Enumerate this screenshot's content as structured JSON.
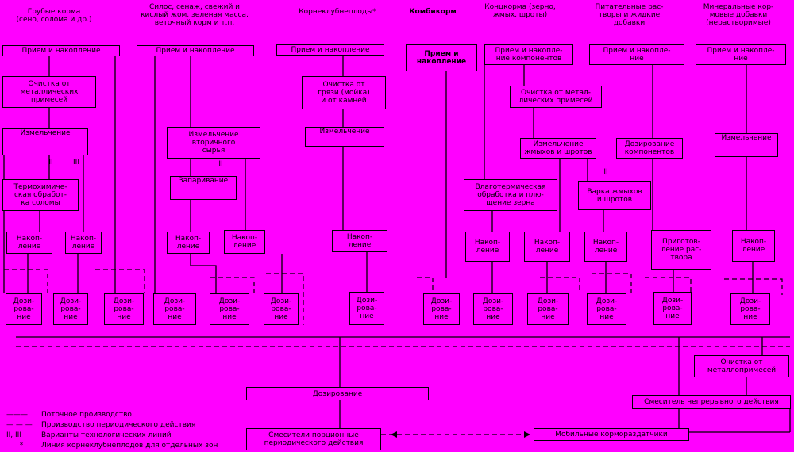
{
  "headers": [
    "Грубые корма\n(сено, солома и др.)",
    "Силос, сенаж, свежий и\nкислый жом, зеленая масса,\nветочный корм и т.п.",
    "Корнеклубнеплоды*",
    "Комбикорм",
    "Концкорма (зерно,\nжмых, шроты)",
    "Питательные рас-\nтворы и жидкие\nдобавки",
    "Минеральные кор-\nмовые добавки\n(нерастворимые)"
  ],
  "col1": {
    "receive": "Прием и накопление",
    "clean": "Очистка от\nметаллических\nпримесей",
    "grind": "Измельчение",
    "thermo": "Термохимиче-\nская обработ-\nка соломы",
    "acc_a": "Накоп-\nление",
    "acc_b": "Накоп-\nление",
    "dose_a": "Дози-\nрова-\nние",
    "dose_b": "Дози-\nрова-\nние",
    "dose_c": "Дози-\nрова-\nние",
    "var2": "II",
    "var3": "III"
  },
  "col2": {
    "receive": "Прием и накопление",
    "grind": "Измельчение\nвторичного\nсырья",
    "steam": "Запаривание",
    "acc_a": "Накоп-\nление",
    "acc_b": "Накоп-\nление",
    "dose_a": "Дози-\nрова-\nние",
    "dose_b": "Дози-\nрова-\nние",
    "dose_c": "Дози-\nрова-\nние",
    "var2": "II"
  },
  "col3": {
    "receive": "Прием и накопление",
    "wash": "Очистка от\nгрязи (мойка)\nи от камней",
    "grind": "Измельчение",
    "acc": "Накоп-\nление",
    "dose": "Дози-\nрова-\nние"
  },
  "col4": {
    "receive": "Прием и\nнакопление",
    "dose": "Дози-\nрова-\nние"
  },
  "col5": {
    "receive": "Прием и накопле-\nние компонентов",
    "clean": "Очистка от метал-\nлических примесей",
    "grind": "Измельчение\nжмыхов и шротов",
    "hydro": "Влаготермическая\nобработка и плю-\nщение зерна",
    "boil": "Варка жмыхов\nи шротов",
    "acc_a": "Накоп-\nление",
    "acc_b": "Накоп-\nление",
    "acc_c": "Накоп-\nление",
    "dose_a": "Дози-\nрова-\nние",
    "dose_b": "Дози-\nрова-\nние",
    "dose_c": "Дози-\nрова-\nние",
    "var2": "II"
  },
  "col6": {
    "receive": "Прием и накопле-\nние",
    "dose_comp": "Дозирование\nкомпонентов",
    "prep": "Приготов-\nление рас-\nтвора",
    "dose": "Дози-\nрова-\nние"
  },
  "col7": {
    "receive": "Прием и накопле-\nние",
    "grind": "Измельчение",
    "acc": "Накоп-\nление",
    "dose": "Дози-\nрова-\nние"
  },
  "bottom": {
    "dosing": "Дозирование",
    "batch_mixers": "Смесители порционные\nпериодического действия",
    "mobile": "Мобильные кормораздатчики",
    "metal_clean": "Очистка от\nметаллопримесей",
    "cont_mixer": "Смеситель непрерывного действия"
  },
  "legend": [
    {
      "symbol": "———",
      "text": "Поточное производство"
    },
    {
      "symbol": "— — —",
      "text": "Производство периодического действия"
    },
    {
      "symbol": "II, III",
      "text": "Варианты технологических линий"
    },
    {
      "symbol": "*",
      "text": "Линия корнеклубнеплодов для отдельных зон"
    }
  ],
  "colors": {
    "background": "#ff00ff",
    "line": "#000000"
  }
}
